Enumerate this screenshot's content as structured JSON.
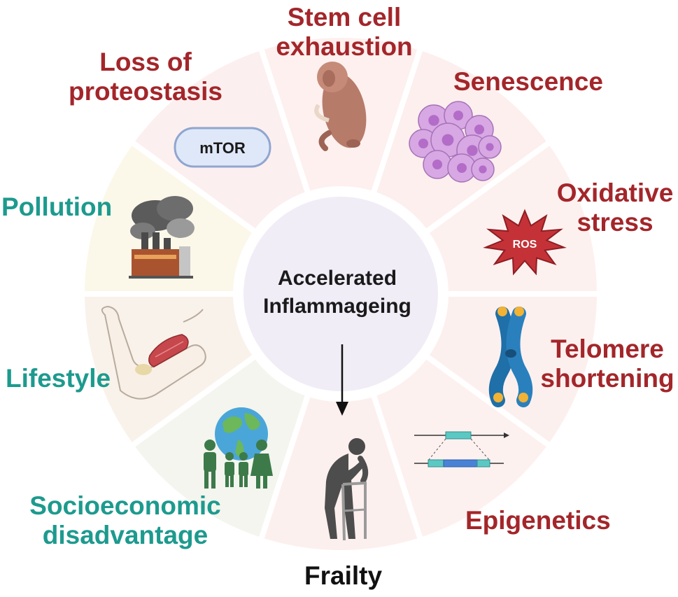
{
  "center": {
    "line1": "Accelerated",
    "line2": "Inflammageing"
  },
  "hallmarks": [
    {
      "id": "stem-cell",
      "line1": "Stem cell",
      "line2": "exhaustion",
      "group": "intrinsic"
    },
    {
      "id": "senescence",
      "line1": "Senescence",
      "line2": "",
      "group": "intrinsic"
    },
    {
      "id": "oxidative",
      "line1": "Oxidative",
      "line2": "stress",
      "group": "intrinsic"
    },
    {
      "id": "telomere",
      "line1": "Telomere",
      "line2": "shortening",
      "group": "intrinsic"
    },
    {
      "id": "epigenetics",
      "line1": "Epigenetics",
      "line2": "",
      "group": "intrinsic"
    },
    {
      "id": "frailty",
      "line1": "Frailty",
      "line2": "",
      "group": "outcome"
    },
    {
      "id": "socioeconomic",
      "line1": "Socioeconomic",
      "line2": "disadvantage",
      "group": "extrinsic"
    },
    {
      "id": "lifestyle",
      "line1": "Lifestyle",
      "line2": "",
      "group": "extrinsic"
    },
    {
      "id": "pollution",
      "line1": "Pollution",
      "line2": "",
      "group": "extrinsic"
    },
    {
      "id": "proteostasis",
      "line1": "Loss of",
      "line2": "proteostasis",
      "group": "intrinsic"
    }
  ],
  "icons": {
    "mtor_label": "mTOR",
    "ros_label": "ROS"
  },
  "colors": {
    "intrinsic": "#a3262a",
    "extrinsic": "#1d9a8e",
    "outcome": "#111111",
    "center_fill": "#f1edf7"
  }
}
